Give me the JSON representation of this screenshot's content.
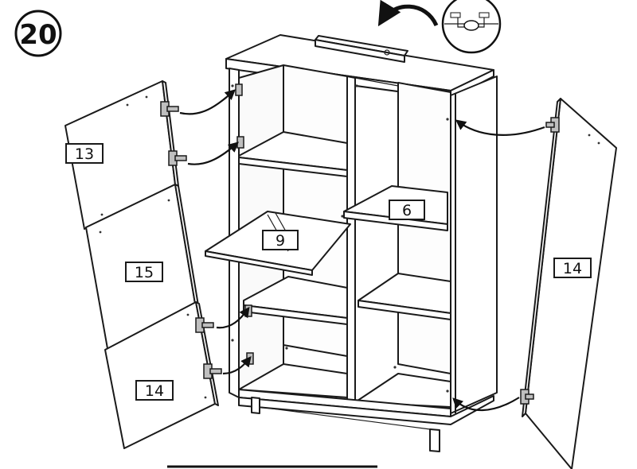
{
  "step": {
    "number": "20"
  },
  "parts": {
    "left_upper_door": "13",
    "left_middle_door": "15",
    "left_lower_door": "14",
    "right_door": "14",
    "shelf_right": "6",
    "shelf_center": "9"
  },
  "colors": {
    "line": "#1a1a1a",
    "background": "#ffffff"
  }
}
